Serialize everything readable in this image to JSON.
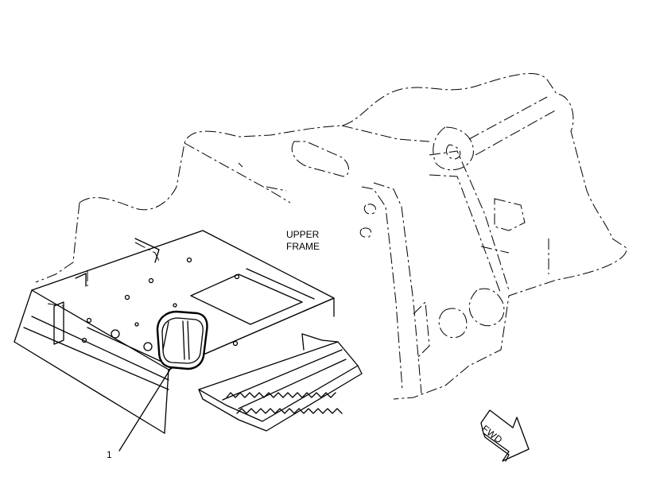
{
  "labels": {
    "upper_frame_line1": "UPPER",
    "upper_frame_line2": "FRAME",
    "callout_number": "1",
    "direction": "FWD"
  },
  "colors": {
    "line": "#000000",
    "background": "#ffffff"
  }
}
